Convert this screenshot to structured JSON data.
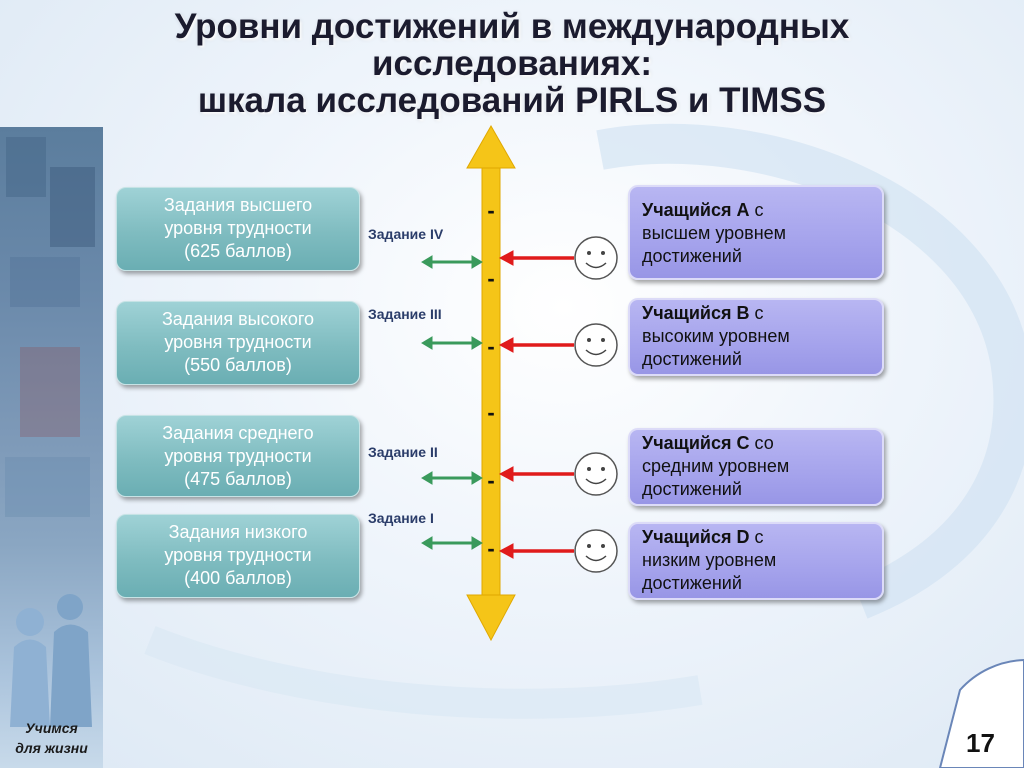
{
  "title": {
    "line1": "Уровни достижений в международных",
    "line2": "исследованиях:",
    "line3": "шкала исследований PIRLS и TIMSS"
  },
  "tasks": [
    {
      "line1": "Задания высшего",
      "line2": "уровня трудности",
      "line3": "(625 баллов)",
      "label": "Задание IV"
    },
    {
      "line1": "Задания высокого",
      "line2": "уровня трудности",
      "line3": "(550 баллов)",
      "label": "Задание III"
    },
    {
      "line1": "Задания среднего",
      "line2": "уровня трудности",
      "line3": "(475 баллов)",
      "label": "Задание II"
    },
    {
      "line1": "Задания низкого",
      "line2": "уровня трудности",
      "line3": "(400 баллов)",
      "label": "Задание I"
    }
  ],
  "students": [
    {
      "name": "Учащийся А",
      "rest1": " с",
      "line2": "высшем уровнем",
      "line3": "достижений"
    },
    {
      "name": "Учащийся В",
      "rest1": " с",
      "line2": "высоким уровнем",
      "line3": "достижений"
    },
    {
      "name": "Учащийся С",
      "rest1": " со",
      "line2": "средним уровнем",
      "line3": "достижений"
    },
    {
      "name": "Учащийся D",
      "rest1": " с",
      "line2": "низким уровнем",
      "line3": "достижений"
    }
  ],
  "scale_ticks": [
    "-",
    "-",
    "-",
    "-",
    "-",
    "-"
  ],
  "motto": {
    "line1": "Учимся",
    "line2": "для жизни"
  },
  "page_number": "17",
  "colors": {
    "axis": "#f5c518",
    "task_arrow": "#3a9a5c",
    "student_arrow": "#e01b1b",
    "task_box": "#7fbcc0",
    "student_box": "#a5a3ec"
  }
}
